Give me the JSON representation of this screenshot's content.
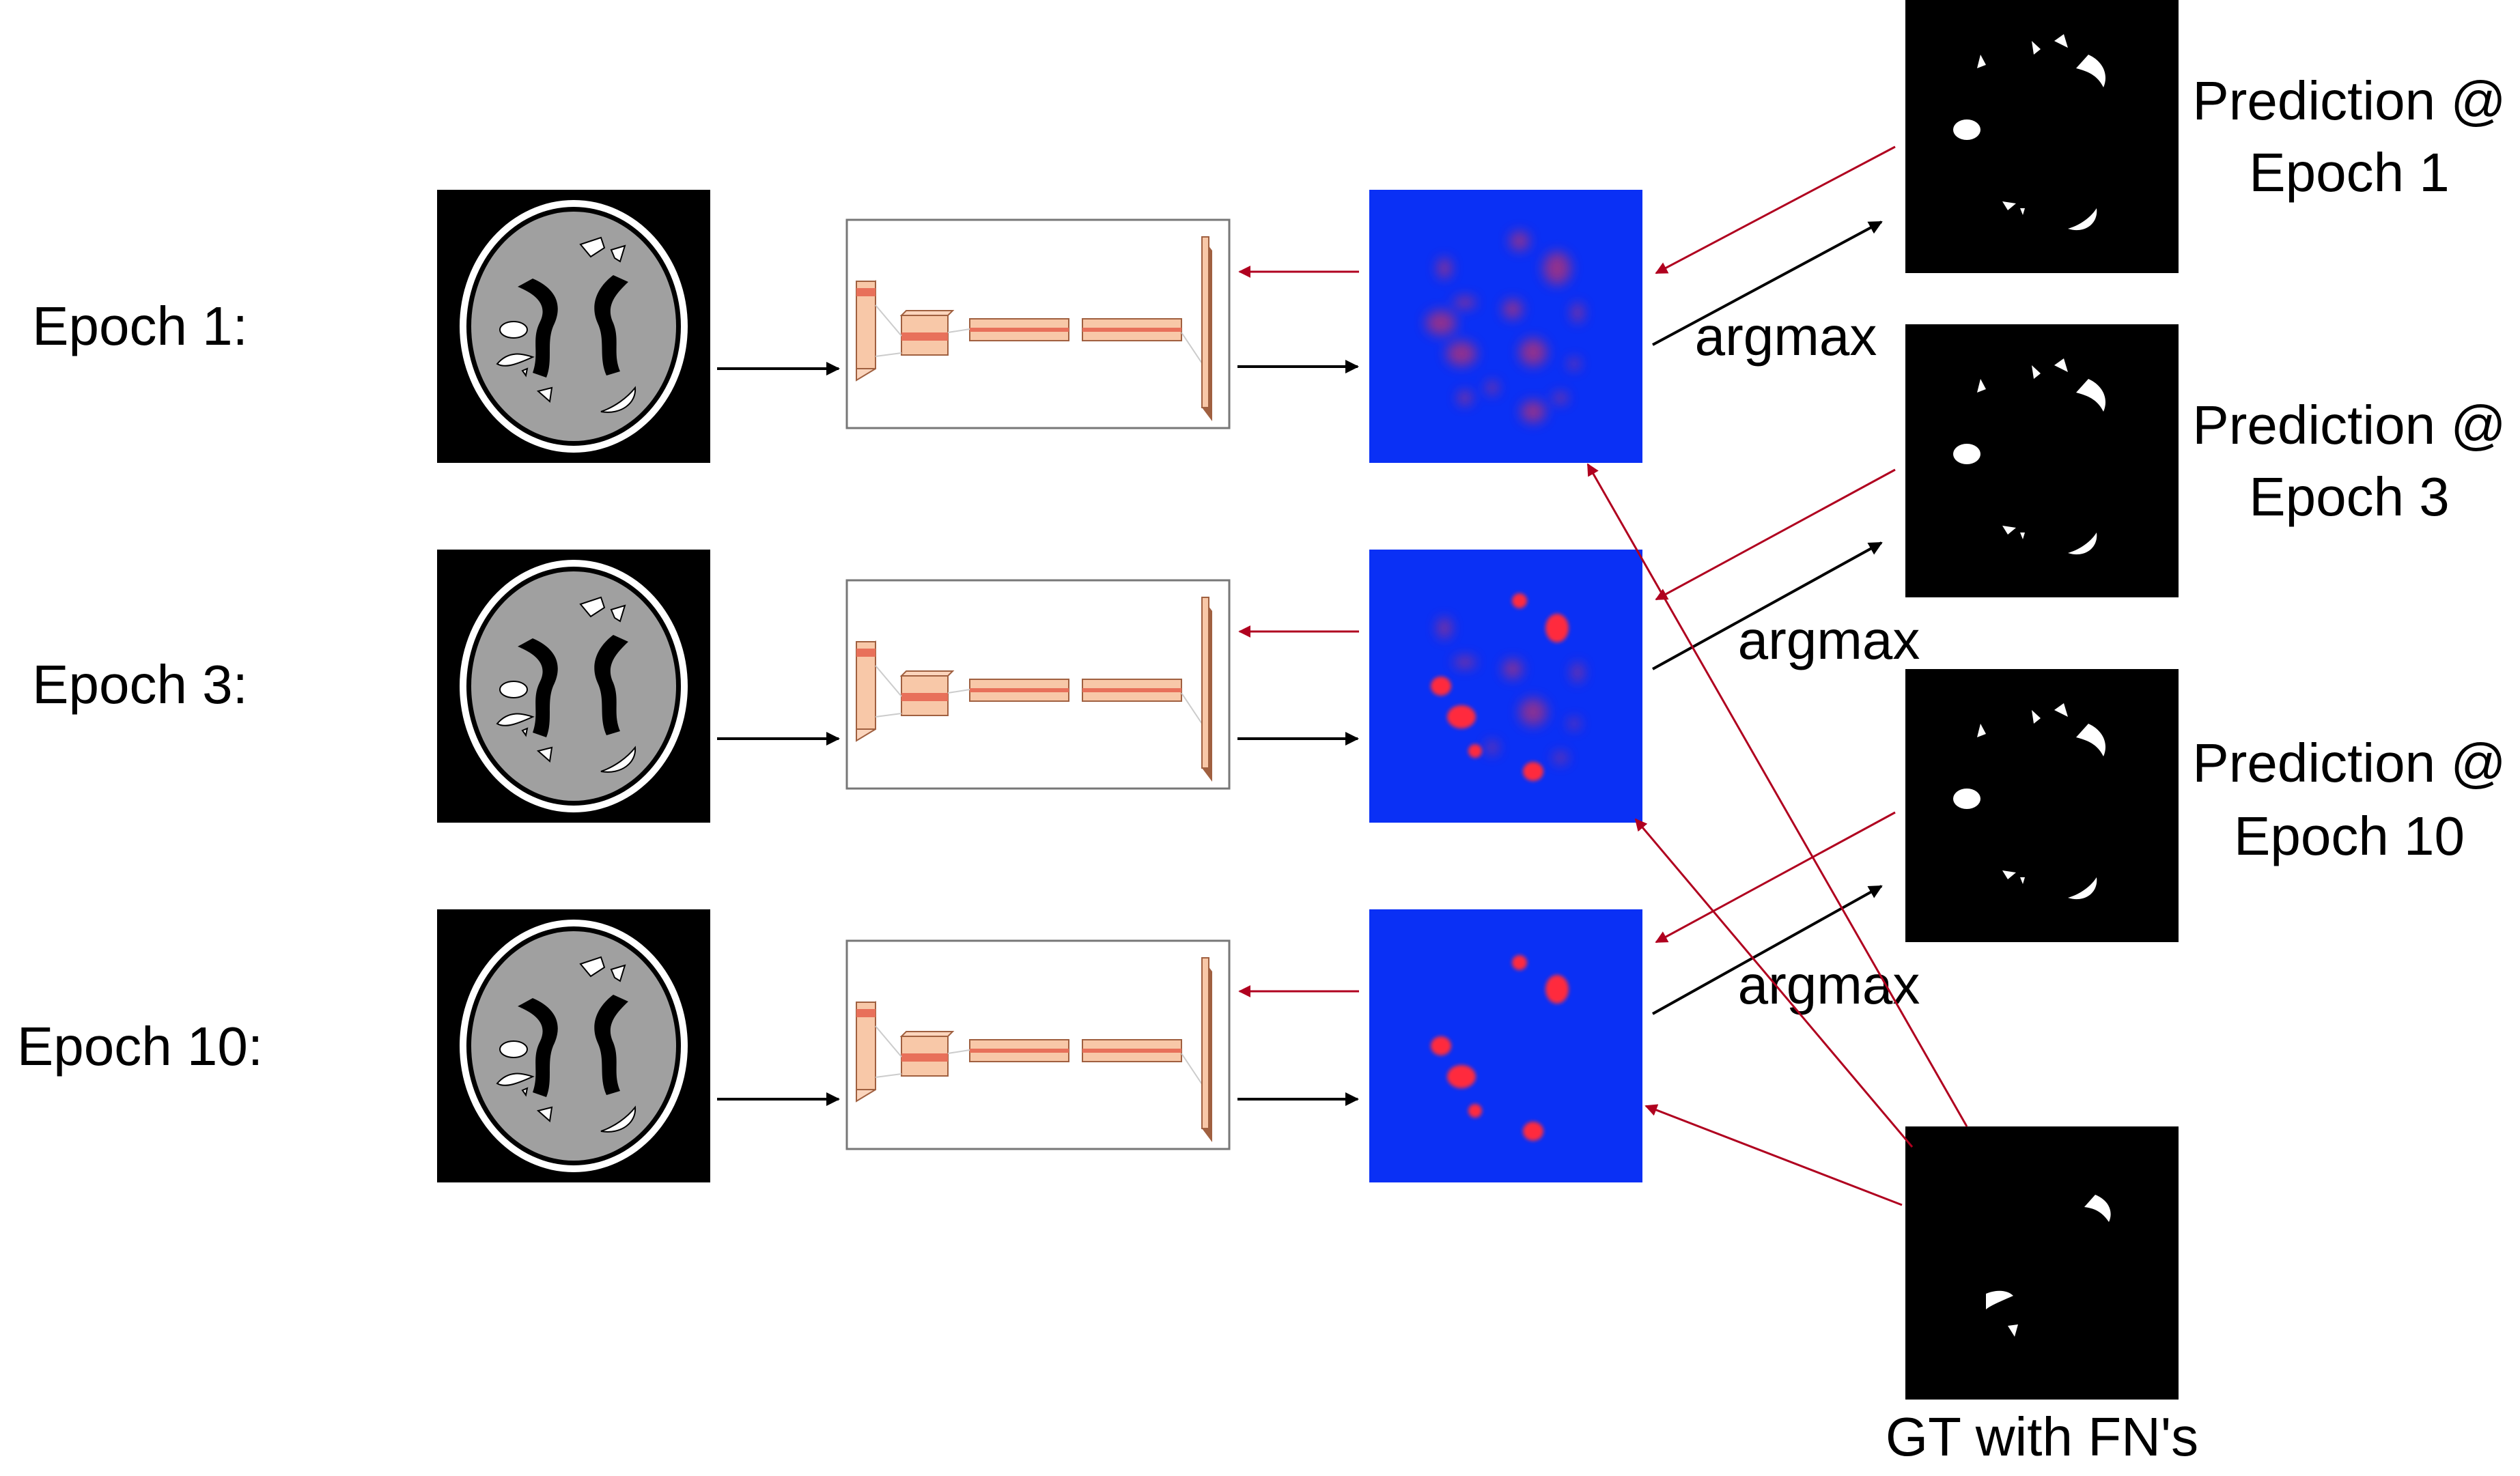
{
  "rows": [
    {
      "label": "Epoch 1:",
      "argmax": "argmax",
      "prediction_line1": "Prediction @",
      "prediction_line2": "Epoch 1"
    },
    {
      "label": "Epoch 3:",
      "argmax": "argmax",
      "prediction_line1": "Prediction @",
      "prediction_line2": "Epoch 3"
    },
    {
      "label": "Epoch 10:",
      "argmax": "argmax",
      "prediction_line1": "Prediction @",
      "prediction_line2": "Epoch 10"
    }
  ],
  "gt_label": "GT with FN's",
  "colors": {
    "background": "#ffffff",
    "image_bg": "#000000",
    "phantom_fill": "#a0a0a0",
    "phantom_ring": "#ffffff",
    "probability_map": "#0a30f5",
    "lesion": "#ff2a3c",
    "network_block": "#f8c8a8",
    "network_stripe": "#e8705a",
    "feedback_arrow": "#b0001f",
    "forward_arrow": "#000000"
  },
  "icons": {
    "input": "ct-phantom-icon",
    "network": "cnn-layers-icon",
    "output": "probability-map-icon",
    "prediction": "binary-mask-icon",
    "ground_truth": "ground-truth-mask-icon"
  }
}
